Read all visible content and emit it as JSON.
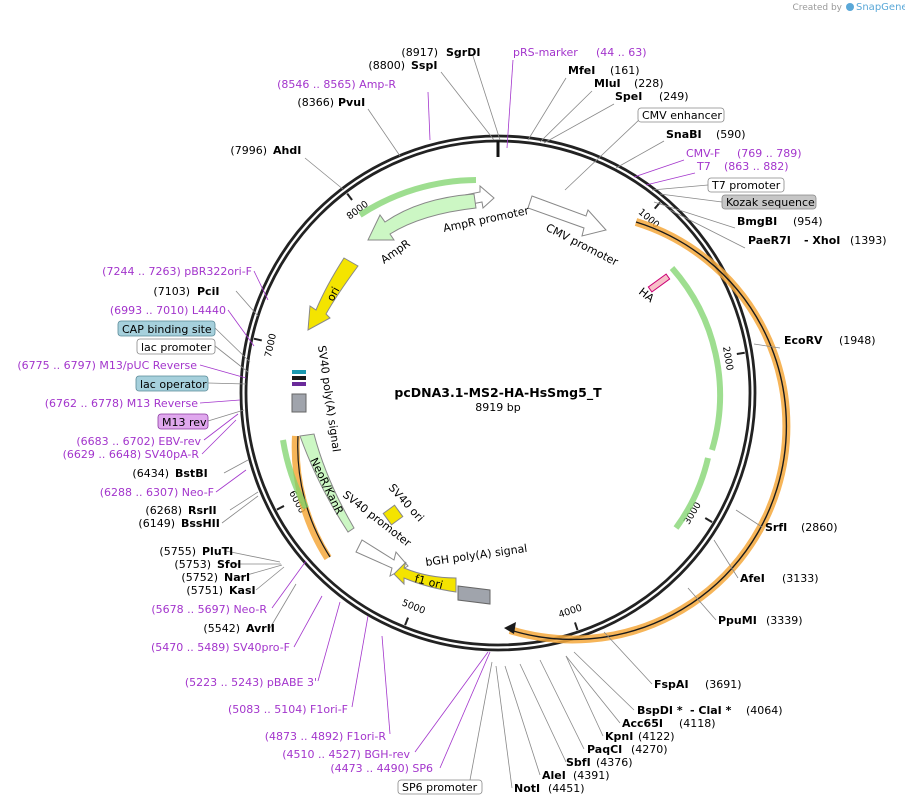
{
  "credit": "Created by",
  "brand": "SnapGene",
  "plasmid": {
    "name": "pcDNA3.1-MS2-HA-HsSmg5_T",
    "size": "8919 bp"
  },
  "ticks": [
    "1000",
    "2000",
    "3000",
    "4000",
    "5000",
    "6000",
    "7000",
    "8000"
  ],
  "features": [
    {
      "id": "cmv-promoter",
      "label": "CMV promoter",
      "color": "#ffffff"
    },
    {
      "id": "hs-smg5",
      "label": "",
      "color": "#f4a83c"
    },
    {
      "id": "ha",
      "label": "HA",
      "color": "#f7c0c8"
    },
    {
      "id": "bgh",
      "label": "bGH poly(A) signal",
      "color": "#a0a4ac"
    },
    {
      "id": "f1ori",
      "label": "f1 ori",
      "color": "#f4e400"
    },
    {
      "id": "sv40-promoter",
      "label": "SV40 promoter",
      "color": "#ffffff"
    },
    {
      "id": "sv40-ori",
      "label": "SV40 ori",
      "color": "#f4e400"
    },
    {
      "id": "neor",
      "label": "NeoR/KanR",
      "color": "#ccf7c4"
    },
    {
      "id": "sv40-polya",
      "label": "SV40 poly(A) signal",
      "color": "#a0a4ac"
    },
    {
      "id": "ori",
      "label": "ori",
      "color": "#f4e400"
    },
    {
      "id": "ampr",
      "label": "AmpR",
      "color": "#ccf7c4"
    },
    {
      "id": "ampr-promoter",
      "label": "AmpR promoter",
      "color": "#ffffff"
    }
  ],
  "labels": {
    "sgrdi": {
      "pos": "(8917)",
      "name": "SgrDI"
    },
    "sspi": {
      "pos": "(8800)",
      "name": "SspI"
    },
    "ampr_primer": {
      "text": "(8546 .. 8565)  Amp-R"
    },
    "pvui": {
      "pos": "(8366)",
      "name": "PvuI"
    },
    "ahdi": {
      "pos": "(7996)",
      "name": "AhdI"
    },
    "prs_marker": {
      "name": "pRS-marker",
      "pos": "(44 .. 63)"
    },
    "mfei": {
      "name": "MfeI",
      "pos": "(161)"
    },
    "mlui": {
      "name": "MluI",
      "pos": "(228)"
    },
    "spei": {
      "name": "SpeI",
      "pos": "(249)"
    },
    "cmv_enhancer": {
      "name": "CMV enhancer"
    },
    "snabi": {
      "name": "SnaBI",
      "pos": "(590)"
    },
    "cmvf": {
      "name": "CMV-F",
      "pos": "(769 .. 789)"
    },
    "t7": {
      "name": "T7",
      "pos": "(863 .. 882)"
    },
    "t7_promoter": {
      "name": "T7 promoter"
    },
    "kozak": {
      "name": "Kozak sequence"
    },
    "bmgbi": {
      "name": "BmgBI",
      "pos": "(954)"
    },
    "paer7i": {
      "name": "PaeR7I",
      "sep": "- XhoI",
      "pos": "(1393)"
    },
    "ecorv": {
      "name": "EcoRV",
      "pos": "(1948)"
    },
    "srfi": {
      "name": "SrfI",
      "pos": "(2860)"
    },
    "afei": {
      "name": "AfeI",
      "pos": "(3133)"
    },
    "ppumi": {
      "name": "PpuMI",
      "pos": "(3339)"
    },
    "fspai": {
      "name": "FspAI",
      "pos": "(3691)"
    },
    "bspdi": {
      "name": "BspDI *",
      "sep": "- ClaI *",
      "pos": "(4064)"
    },
    "acc65i": {
      "name": "Acc65I",
      "pos": "(4118)"
    },
    "kpni": {
      "name": "KpnI",
      "pos": "(4122)"
    },
    "paqci": {
      "name": "PaqCI",
      "pos": "(4270)"
    },
    "sbfi": {
      "name": "SbfI",
      "pos": "(4376)"
    },
    "alei": {
      "name": "AleI",
      "pos": "(4391)"
    },
    "noti": {
      "name": "NotI",
      "pos": "(4451)"
    },
    "sp6_promoter": {
      "name": "SP6 promoter"
    },
    "sp6": {
      "text": "(4473 .. 4490)  SP6"
    },
    "bghrev": {
      "text": "(4510 .. 4527)  BGH-rev"
    },
    "f1orir": {
      "text": "(4873 .. 4892)  F1ori-R"
    },
    "f1orif": {
      "text": "(5083 .. 5104)  F1ori-F"
    },
    "pbabe": {
      "text": "(5223 .. 5243)  pBABE 3'"
    },
    "sv40pro": {
      "text": "(5470 .. 5489)  SV40pro-F"
    },
    "avrii": {
      "pos": "(5542)",
      "name": "AvrII"
    },
    "neor_primer": {
      "text": "(5678 .. 5697)  Neo-R"
    },
    "kasi": {
      "pos": "(5751)",
      "name": "KasI"
    },
    "nari": {
      "pos": "(5752)",
      "name": "NarI"
    },
    "sfoi": {
      "pos": "(5753)",
      "name": "SfoI"
    },
    "pluti": {
      "pos": "(5755)",
      "name": "PluTI"
    },
    "bsshii": {
      "pos": "(6149)",
      "name": "BssHII"
    },
    "rsrii": {
      "pos": "(6268)",
      "name": "RsrII"
    },
    "neof": {
      "text": "(6288 .. 6307)  Neo-F"
    },
    "bstbi": {
      "pos": "(6434)",
      "name": "BstBI"
    },
    "sv40par": {
      "text": "(6629 .. 6648)  SV40pA-R"
    },
    "ebvrev": {
      "text": "(6683 .. 6702)  EBV-rev"
    },
    "m13rev_feat": {
      "name": "M13 rev"
    },
    "m13reverse": {
      "text": "(6762 .. 6778)  M13 Reverse"
    },
    "lac_operator": {
      "name": "lac operator"
    },
    "m13puc": {
      "text": "(6775 .. 6797)  M13/pUC Reverse"
    },
    "lac_promoter": {
      "name": "lac promoter"
    },
    "cap": {
      "name": "CAP binding site"
    },
    "l4440": {
      "text": "(6993 .. 7010)  L4440"
    },
    "pcii": {
      "pos": "(7103)",
      "name": "PciI"
    },
    "pbr322": {
      "text": "(7244 .. 7263)  pBR322ori-F"
    }
  }
}
